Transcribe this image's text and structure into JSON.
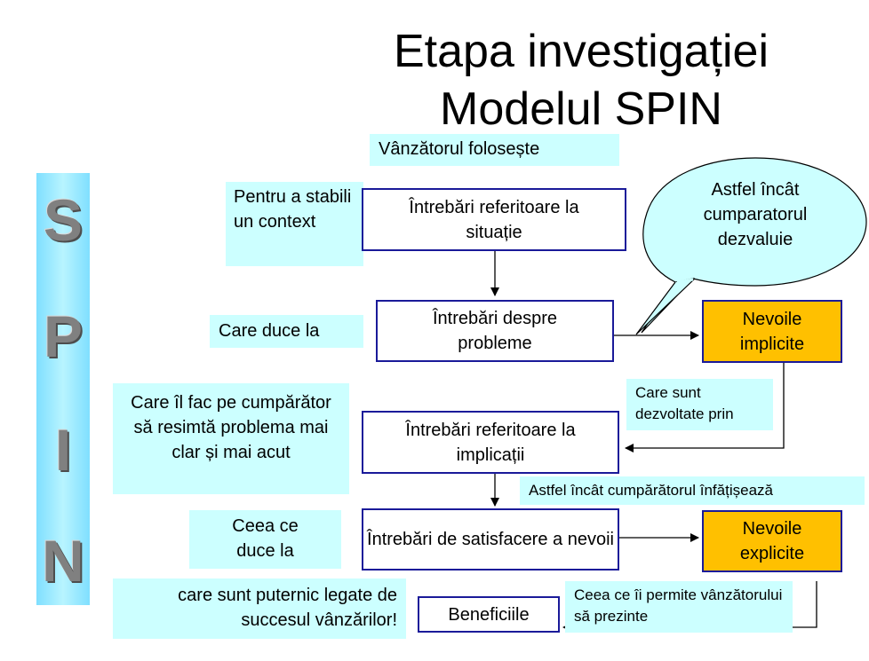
{
  "title": {
    "line1": "Etapa investigației",
    "line2": "Modelul SPIN"
  },
  "spin_letters": [
    "S",
    "P",
    "I",
    "N"
  ],
  "colors": {
    "cyan_box": "#ccffff",
    "orange_box": "#ffc000",
    "border_blue": "#1a1a99",
    "spin_bar": "#99eeff"
  },
  "boxes": {
    "vanzatorul": "Vânzătorul folosește",
    "q_situatie": "Întrebări referitoare la situație",
    "q_probleme": "Întrebări despre probleme",
    "q_implicatii": "Întrebări referitoare la implicații",
    "q_satisfacere": "Întrebări de satisfacere a nevoii",
    "beneficiile": "Beneficiile",
    "nevoi_implicite": "Nevoile implicite",
    "nevoi_explicite": "Nevoile explicite"
  },
  "labels": {
    "context": "Pentru a stabili un context",
    "care_duce": "Care duce la",
    "resimta": "Care îl fac pe cumpărător să resimtă problema mai clar și mai acut",
    "ceea_ce": "Ceea ce duce la",
    "succes": "care sunt puternic legate de succesul vânzărilor!",
    "dezvoltate": "Care sunt dezvoltate prin",
    "infatiseaza": "Astfel încât cumpărătorul înfățișează",
    "permite": "Ceea ce îi permite vânzătorului să prezinte",
    "bubble": "Astfel încât cumparatorul dezvaluie"
  }
}
